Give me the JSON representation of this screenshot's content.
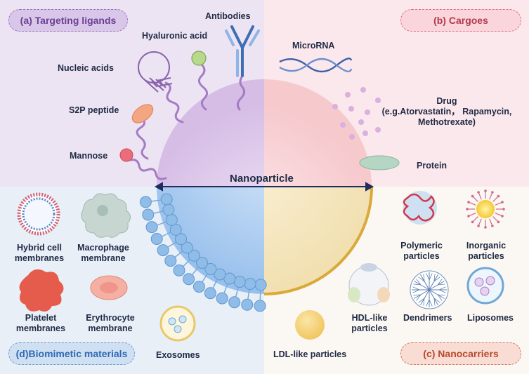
{
  "sections": {
    "a": "(a) Targeting ligands",
    "b": "(b) Cargoes",
    "c": "(c) Nanocarriers",
    "d": "(d)Biomimetic materials"
  },
  "center_label": "Nanoparticle",
  "ligands": {
    "antibodies": "Antibodies",
    "hyaluronic_acid": "Hyaluronic acid",
    "nucleic_acids": "Nucleic acids",
    "s2p_peptide": "S2P peptide",
    "mannose": "Mannose"
  },
  "cargoes": {
    "microrna": "MicroRNA",
    "drug_line1": "Drug",
    "drug_line2": "(e.g.Atorvastatin， Rapamycin,",
    "drug_line3": "Methotrexate)",
    "protein": "Protein"
  },
  "biomimetic": {
    "hybrid_line1": "Hybrid cell",
    "hybrid_line2": "membranes",
    "macrophage_line1": "Macrophage",
    "macrophage_line2": "membrane",
    "platelet_line1": "Platelet",
    "platelet_line2": "membranes",
    "erythrocyte_line1": "Erythrocyte",
    "erythrocyte_line2": "membrane",
    "exosomes": "Exosomes"
  },
  "nanocarriers": {
    "polymeric_line1": "Polymeric",
    "polymeric_line2": "particles",
    "inorganic_line1": "Inorganic",
    "inorganic_line2": "particles",
    "dendrimers": "Dendrimers",
    "liposomes": "Liposomes",
    "hdl_line1": "HDL-like",
    "hdl_line2": "particles",
    "ldl": "LDL-like particles"
  },
  "colors": {
    "quad_a": "#ece4f3",
    "quad_b": "#fbe8ec",
    "quad_c": "#fbf7f2",
    "quad_d": "#e9eff7",
    "pill_a_bg": "#d9c7ea",
    "pill_a_border": "#9a6fc0",
    "pill_b_bg": "#fbd5dc",
    "pill_b_border": "#d8707f",
    "pill_c_bg": "#f9dcd3",
    "pill_c_border": "#d27b62",
    "pill_d_bg": "#cfe0f3",
    "pill_d_border": "#6f9bd0",
    "text_dark": "#1f2a44",
    "arrow": "#1f2e5c"
  }
}
